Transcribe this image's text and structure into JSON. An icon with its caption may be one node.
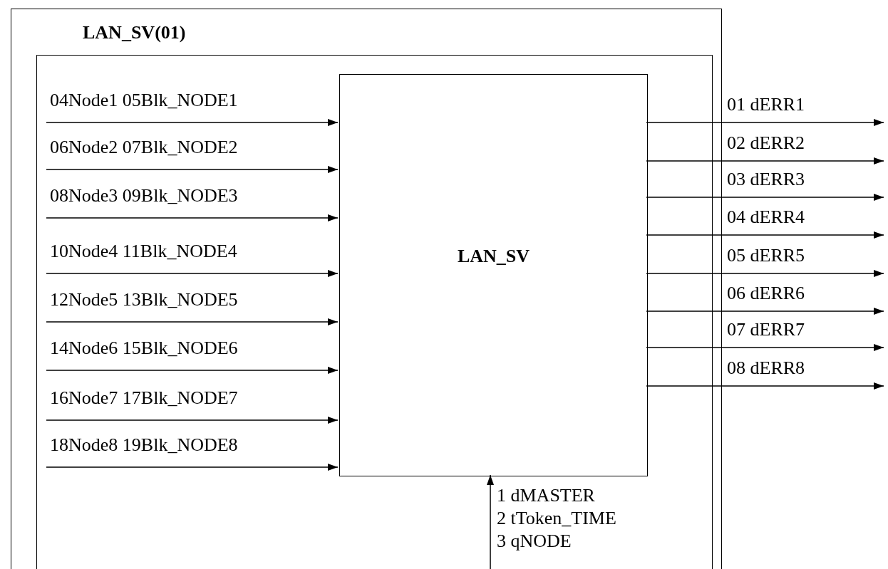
{
  "diagram": {
    "nodes": [
      {
        "text": [
          "LAN_SV(01)"
        ]
      },
      {
        "text": [],
        "shape": "box",
        "in": 0
      },
      {
        "text": [
          "LAN_SV"
        ],
        "in": 1
      }
    ],
    "edges": [
      {
        "from": null,
        "to": 2,
        "arrow": "to",
        "label": "04Node1 05Blk_NODE1"
      },
      {
        "from": null,
        "to": 2,
        "arrow": "to",
        "label": "06Node2 07Blk_NODE2"
      },
      {
        "from": null,
        "to": 2,
        "arrow": "to",
        "label": "08Node3 09Blk_NODE3"
      },
      {
        "from": null,
        "to": 2,
        "arrow": "to",
        "label": "10Node4 11Blk_NODE4"
      },
      {
        "from": null,
        "to": 2,
        "arrow": "to",
        "label": "12Node5 13Blk_NODE5"
      },
      {
        "from": null,
        "to": 2,
        "arrow": "to",
        "label": "14Node6 15Blk_NODE6"
      },
      {
        "from": null,
        "to": 2,
        "arrow": "to",
        "label": "16Node7 17Blk_NODE7"
      },
      {
        "from": null,
        "to": 2,
        "arrow": "to",
        "label": "18Node8 19Blk_NODE8"
      },
      {
        "from": 2,
        "to": null,
        "arrow": "to",
        "label": "01 dERR1"
      },
      {
        "from": 2,
        "to": null,
        "arrow": "to",
        "label": "02 dERR2"
      },
      {
        "from": 2,
        "to": null,
        "arrow": "to",
        "label": "03 dERR3"
      },
      {
        "from": 2,
        "to": null,
        "arrow": "to",
        "label": "04 dERR4"
      },
      {
        "from": 2,
        "to": null,
        "arrow": "to",
        "label": "05 dERR5"
      },
      {
        "from": 2,
        "to": null,
        "arrow": "to",
        "label": "06 dERR6"
      },
      {
        "from": 2,
        "to": null,
        "arrow": "to",
        "label": "07 dERR7"
      },
      {
        "from": 2,
        "to": null,
        "arrow": "to",
        "label": "08 dERR8"
      },
      {
        "from": null,
        "to": 2,
        "arrow": "to"
      }
    ],
    "labels": [
      "1 dMASTER",
      "2 tToken_TIME",
      "3 qNODE"
    ]
  }
}
